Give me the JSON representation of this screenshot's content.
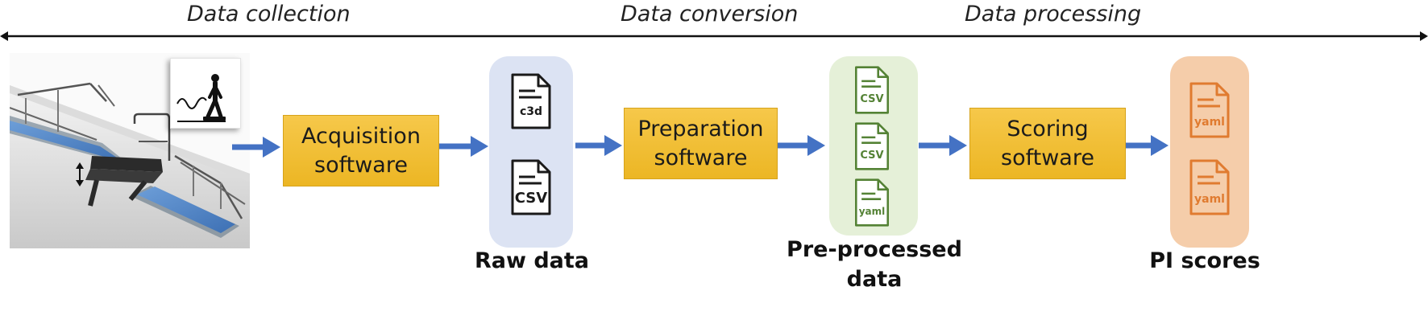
{
  "phases": {
    "collection": "Data collection",
    "conversion": "Data conversion",
    "processing": "Data processing"
  },
  "steps": {
    "acquisition": "Acquisition\nsoftware",
    "preparation": "Preparation\nsoftware",
    "scoring": "Scoring\nsoftware"
  },
  "outputs": {
    "raw": {
      "label": "Raw data",
      "files": [
        "c3d",
        "CSV"
      ]
    },
    "preprocessed": {
      "label": "Pre-processed\ndata",
      "files": [
        "CSV",
        "CSV",
        "yaml"
      ]
    },
    "scores": {
      "label": "PI scores",
      "files": [
        "yaml",
        "yaml"
      ]
    }
  },
  "colors": {
    "arrow": "#4472c4",
    "step_fill": "#f2c037",
    "raw_panel": "#dce3f3",
    "raw_icon": "#1a1a1a",
    "pre_panel": "#e5f0d8",
    "pre_icon": "#548235",
    "score_panel": "#f5cdaa",
    "score_icon": "#e07b30"
  },
  "icons": {
    "timeline": "double-arrow-timeline",
    "file": "document-icon",
    "walker": "walking-person-icon",
    "vertical": "up-down-arrow-icon"
  }
}
